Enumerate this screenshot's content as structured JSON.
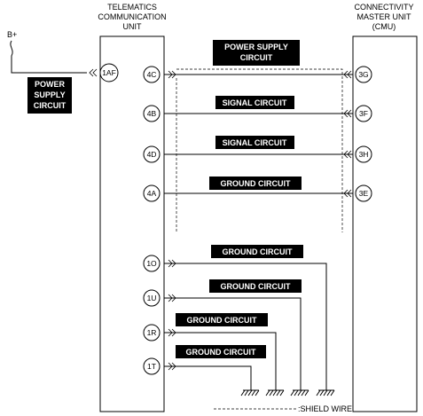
{
  "units": {
    "left": [
      "TELEMATICS",
      "COMMUNICATION",
      "UNIT"
    ],
    "right": [
      "CONNECTIVITY",
      "MASTER UNIT",
      "(CMU)"
    ]
  },
  "supply": {
    "b_plus": "B+",
    "pin_1af": "1AF",
    "label": [
      "POWER",
      "SUPPLY",
      "CIRCUIT"
    ]
  },
  "connections": [
    {
      "left_pin": "4C",
      "right_pin": "3G",
      "label": [
        "POWER SUPPLY",
        "CIRCUIT"
      ]
    },
    {
      "left_pin": "4B",
      "right_pin": "3F",
      "label": [
        "SIGNAL CIRCUIT"
      ]
    },
    {
      "left_pin": "4D",
      "right_pin": "3H",
      "label": [
        "SIGNAL CIRCUIT"
      ]
    },
    {
      "left_pin": "4A",
      "right_pin": "3E",
      "label": [
        "GROUND CIRCUIT"
      ]
    }
  ],
  "grounds": [
    {
      "pin": "1O",
      "label": "GROUND CIRCUIT"
    },
    {
      "pin": "1U",
      "label": "GROUND CIRCUIT"
    },
    {
      "pin": "1R",
      "label": "GROUND CIRCUIT"
    },
    {
      "pin": "1T",
      "label": "GROUND CIRCUIT"
    }
  ],
  "legend": {
    "shield_wire": ":SHIELD WIRE"
  }
}
